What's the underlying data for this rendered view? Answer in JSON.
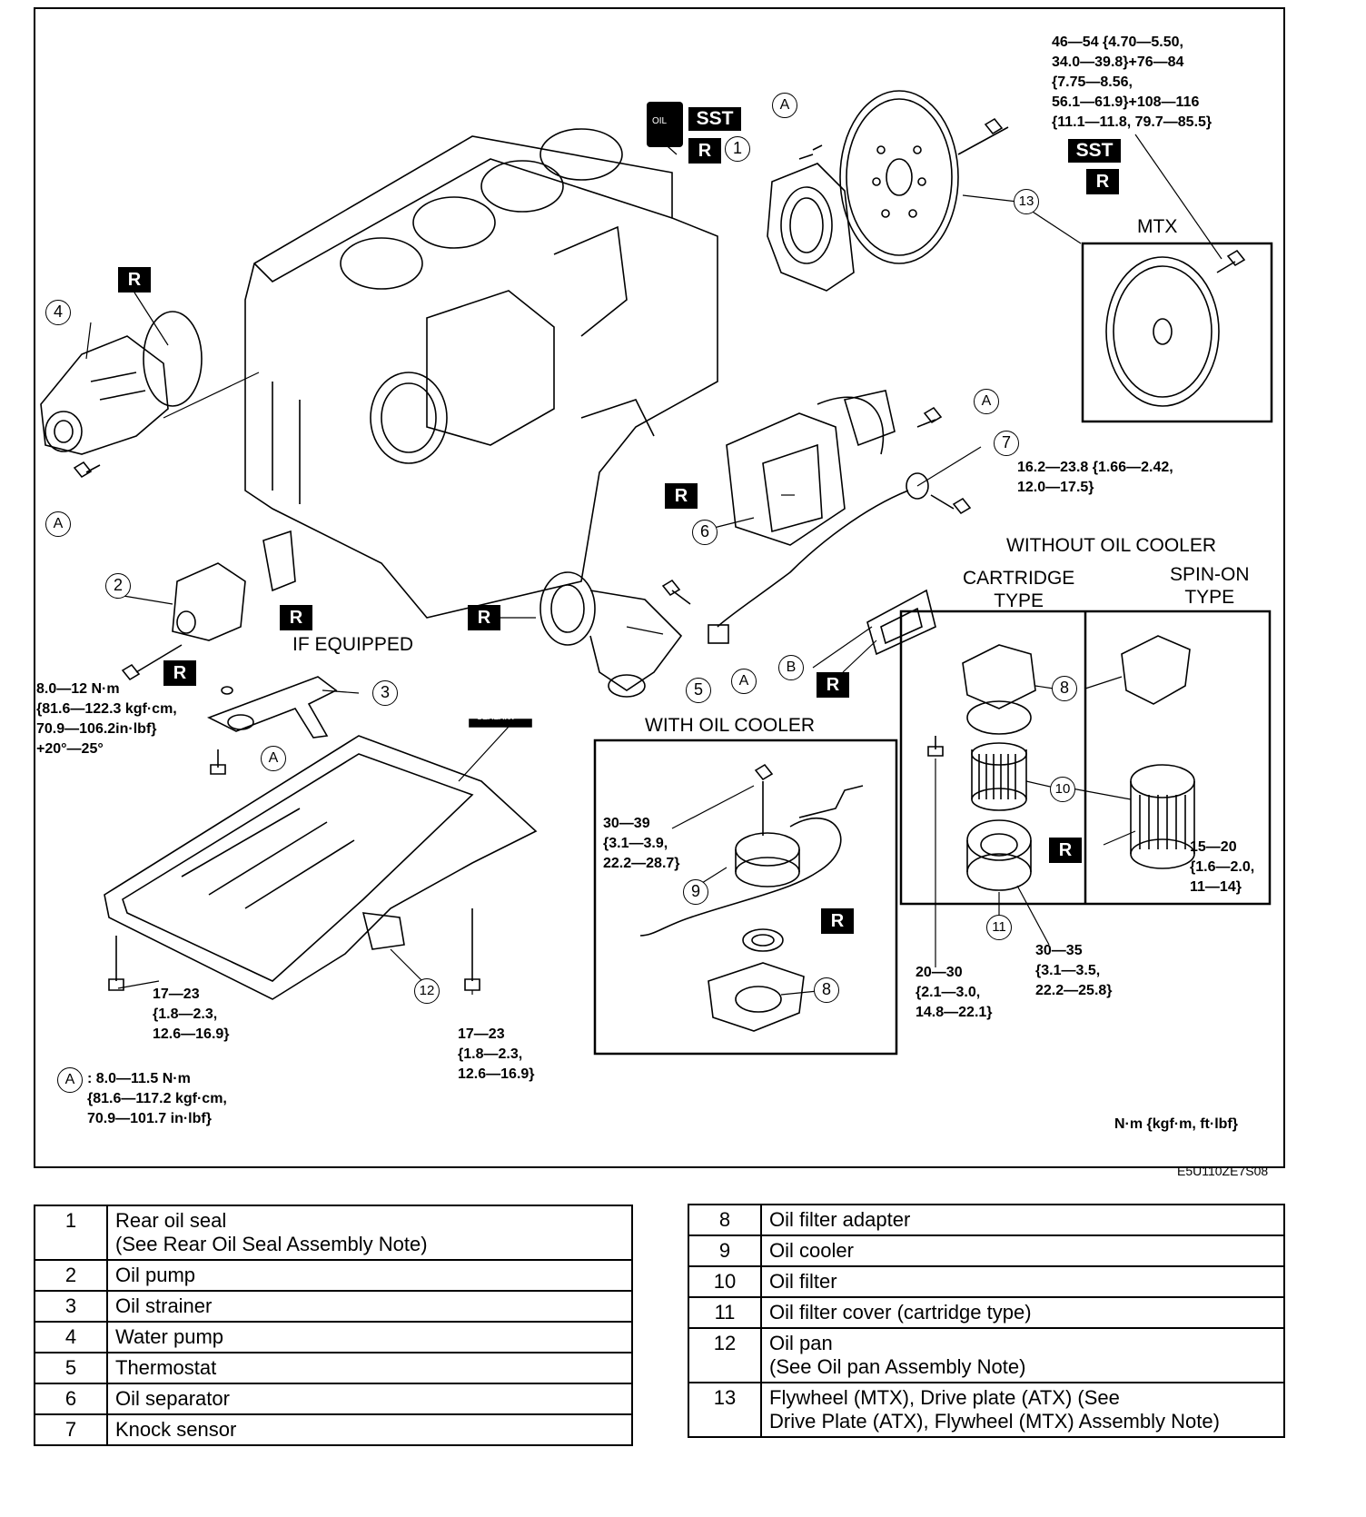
{
  "labels": {
    "if_equipped": "IF EQUIPPED",
    "with_oil_cooler": "WITH OIL COOLER",
    "without_oil_cooler": "WITHOUT OIL COOLER",
    "cartridge_type": "CARTRIDGE\nTYPE",
    "spin_on_type": "SPIN-ON\nTYPE",
    "mtx": "MTX",
    "units": "N·m {kgf·m, ft·lbf}",
    "ref_code": "E5U110ZE7S08",
    "r": "R",
    "sst": "SST",
    "a": "A",
    "b": "B",
    "oil": "OIL",
    "sealant": "SEALANT"
  },
  "callouts": [
    "1",
    "2",
    "3",
    "4",
    "5",
    "6",
    "7",
    "8",
    "9",
    "10",
    "11",
    "12",
    "13"
  ],
  "torques": {
    "flywheel": "46—54 {4.70—5.50,\n34.0—39.8}+76—84\n{7.75—8.56,\n56.1—61.9}+108—116\n{11.1—11.8, 79.7—85.5}",
    "knock_sensor": "16.2—23.8 {1.66—2.42,\n12.0—17.5}",
    "oil_strainer": "8.0—12 N·m\n{81.6—122.3 kgf·cm,\n70.9—106.2in·lbf}\n+20°—25°",
    "oil_cooler": "30—39\n{3.1—3.9,\n22.2—28.7}",
    "spin_on_filter": "15—20\n{1.6—2.0,\n11—14}",
    "filter_cover": "30—35\n{3.1—3.5,\n22.2—25.8}",
    "adapter_bolt": "20—30\n{2.1—3.0,\n14.8—22.1}",
    "pan_left": "17—23\n{1.8—2.3,\n12.6—16.9}",
    "pan_right": "17—23\n{1.8—2.3,\n12.6—16.9}",
    "legend_a": ": 8.0—11.5 N·m\n{81.6—117.2 kgf·cm,\n70.9—101.7 in·lbf}"
  },
  "parts_left": [
    {
      "no": "1",
      "name": "Rear oil seal\n(See Rear Oil Seal Assembly Note)"
    },
    {
      "no": "2",
      "name": "Oil pump"
    },
    {
      "no": "3",
      "name": "Oil strainer"
    },
    {
      "no": "4",
      "name": "Water pump"
    },
    {
      "no": "5",
      "name": "Thermostat"
    },
    {
      "no": "6",
      "name": "Oil separator"
    },
    {
      "no": "7",
      "name": "Knock sensor"
    }
  ],
  "parts_right": [
    {
      "no": "8",
      "name": "Oil filter adapter"
    },
    {
      "no": "9",
      "name": "Oil cooler"
    },
    {
      "no": "10",
      "name": "Oil filter"
    },
    {
      "no": "11",
      "name": "Oil filter cover (cartridge type)"
    },
    {
      "no": "12",
      "name": "Oil pan\n(See Oil pan Assembly Note)"
    },
    {
      "no": "13",
      "name": "Flywheel (MTX), Drive plate (ATX) (See\nDrive Plate (ATX), Flywheel (MTX) Assembly Note)"
    }
  ]
}
